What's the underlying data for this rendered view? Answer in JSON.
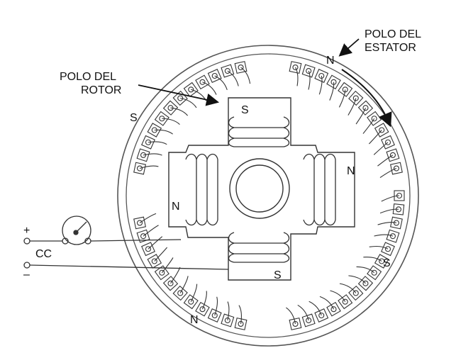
{
  "labels": {
    "stator_pole_line1": "POLO DEL",
    "stator_pole_line2": "ESTATOR",
    "rotor_pole_line1": "POLO DEL",
    "rotor_pole_line2": "ROTOR",
    "dc_supply": "CC",
    "plus": "+",
    "minus": "–"
  },
  "stator_poles": [
    "N",
    "S",
    "N",
    "S"
  ],
  "rotor_poles": [
    "S",
    "N",
    "S",
    "N"
  ],
  "colors": {
    "line": "#111111",
    "ring": "#555555",
    "background": "#ffffff"
  }
}
